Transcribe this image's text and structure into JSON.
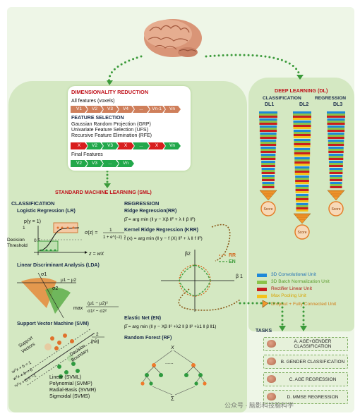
{
  "dimensionality": {
    "title": "DIMENSIONALITY REDUCTION",
    "all_features": "All features (voxels)",
    "all_chevrons": [
      "V1",
      "V2",
      "V3",
      "V4",
      "...",
      "Vn-1",
      "Vn"
    ],
    "feature_selection": "FEATURE SELECTION",
    "methods": [
      "Gaussian Random Projection (GRP)",
      "Univariate Feature Selection (UFS)",
      "Recursive Feature Elimination (RFE)"
    ],
    "selected_chevrons": [
      "X",
      "V2",
      "V3",
      "X",
      "...",
      "X",
      "Vn"
    ],
    "final_features": "Final Features",
    "final_chevrons": [
      "V2",
      "V3",
      "...",
      "Vn"
    ]
  },
  "sml": {
    "title": "STANDARD MACHINE LEARNING (SML)",
    "classification": "CLASSIFICATION",
    "regression": "REGRESSION",
    "lr": {
      "title": "Logistic Regression (LR)",
      "py": "p(y = 1)",
      "y1": "1",
      "y05": "0.5",
      "decision": "Decision",
      "threshold": "Threshold",
      "sigma": "σ(z) =",
      "sig_num": "1",
      "sig_den": "1 + e^(−z)",
      "zaxis": "z = wX"
    },
    "lda": {
      "title": "Linear Discriminant Analysis (LDA)",
      "s1": "σ1",
      "s2": "σ2",
      "mu": "μ1 − μ2",
      "max": "max",
      "frac_num": "(μ1 − μ2)²",
      "frac_den": "σ1² − σ2²"
    },
    "svm": {
      "title": "Support Vector Machine (SVM)",
      "support": "Support",
      "vectors": "Vectors",
      "decision": "Decision",
      "boundary": "Boundary",
      "margin": "2",
      "margin_den": "||w||",
      "eq1": "wᵀx + b = 1",
      "eq2": "wᵀx + b = 0",
      "eq3": "wᵀx + b = −1",
      "kernels": [
        "Linear (SVML)",
        "Polynomial (SVMP)",
        "Radial-Basis (SVMR)",
        "Sigmoidal (SVMS)"
      ]
    },
    "ridge": {
      "title": "Ridge Regression(RR)",
      "eq": "β̂ = arg min (‖ y − Xβ ‖² + λ ‖ β ‖²)",
      "sub": "β"
    },
    "krr": {
      "title": "Kernel Ridge Regression (KRR)",
      "eq": "f̂ (x) = arg min (‖ y − f (X) ‖² + λ ‖ f ‖²)",
      "sub": "f"
    },
    "plot": {
      "b2": "β2",
      "b1": "β 1",
      "rr": "RR",
      "en": "EN"
    },
    "en": {
      "title": "Elastic Net (EN)",
      "eq": "β̂ = arg min (‖ y − Xβ ‖² +λ2 ‖ β ‖² +λ1 ‖ β ‖1)",
      "sub": "β"
    },
    "rf": {
      "title": "Random Forest (RF)",
      "x": "X",
      "dots": "......",
      "sigma": "Σ"
    }
  },
  "dl": {
    "title": "DEEP LEARNING (DL)",
    "columns": [
      {
        "head": "CLASSIFICATION",
        "sub": "DL1"
      },
      {
        "head": "CLASSIFICATION",
        "sub": "DL2"
      },
      {
        "head": "REGRESSION",
        "sub": "DL3"
      }
    ],
    "score": "Score",
    "legend": [
      {
        "label": "3D Convolutional Unit",
        "color": "#1e88d8"
      },
      {
        "label": "3D Batch Normalization Unit",
        "color": "#8bc34a"
      },
      {
        "label": "Rectifier Linear Unit",
        "color": "#c81e1e"
      },
      {
        "label": "Max Pooling Unit",
        "color": "#f4c21b"
      },
      {
        "label": "Dropout + Fully Connected Unit",
        "color": "#f29a2e"
      }
    ]
  },
  "tasks": {
    "title": "TASKS",
    "items": [
      "A. AGE+GENDER CLASSIFICATION",
      "B. GENDER CLASSIFICATION",
      "C. AGE REGRESSION",
      "D. MMSE REGRESSION"
    ]
  },
  "watermark": "公众号 · 脑影科技脑科学",
  "colors": {
    "bg": "#eef6e7",
    "panel": "#d4e8c2",
    "title_red": "#c0121b",
    "chevron_orange": "#cf7f5b",
    "chevron_green": "#22a84b",
    "chevron_red": "#d81d1d",
    "rr_color": "#d26a20",
    "en_color": "#3d9c3a"
  }
}
